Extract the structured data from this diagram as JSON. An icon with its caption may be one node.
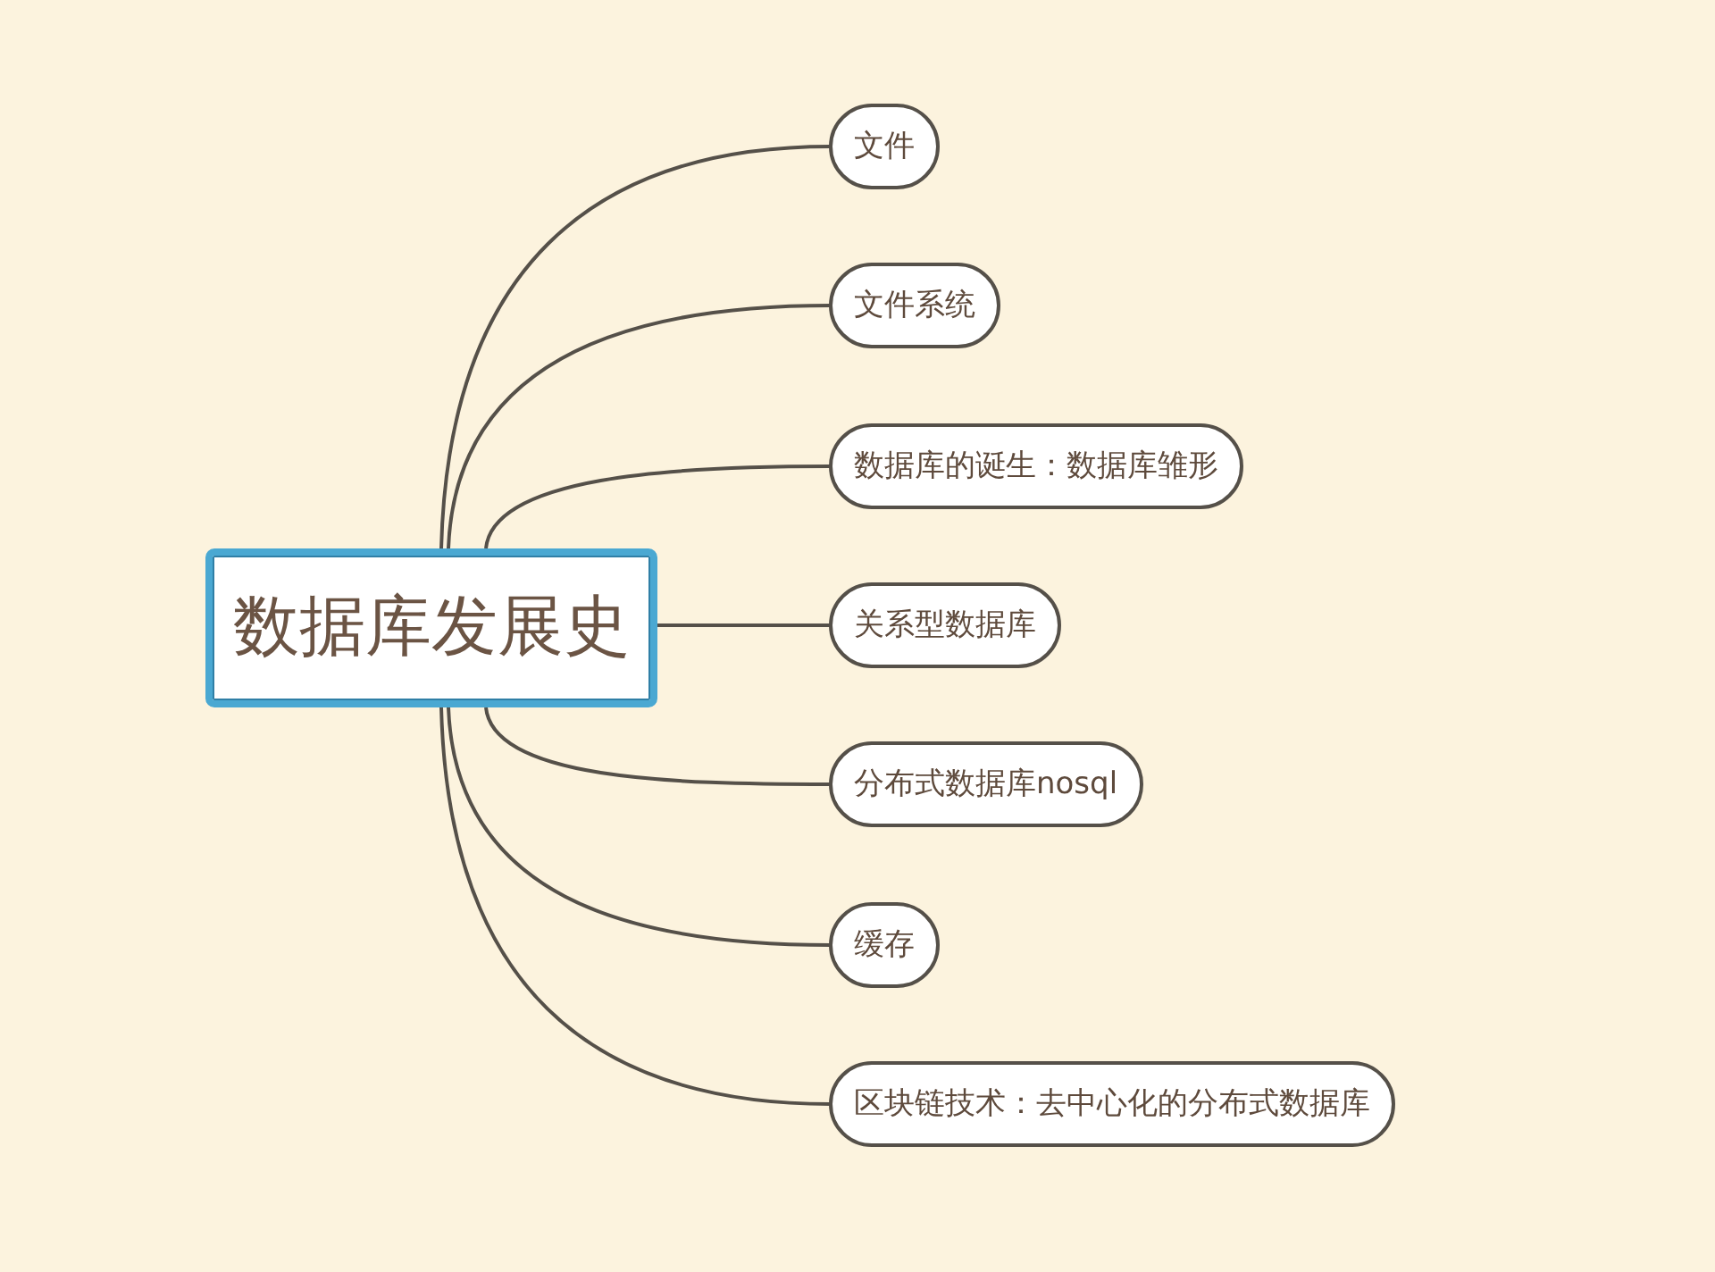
{
  "diagram": {
    "nodes": [
      {
        "text": [
          "数据库发展史"
        ]
      },
      {
        "text": [
          "文件"
        ]
      },
      {
        "text": [
          "文件系统"
        ]
      },
      {
        "text": [
          "数据库的诞生：数据库雏形"
        ]
      },
      {
        "text": [
          "关系型数据库"
        ]
      },
      {
        "text": [
          "分布式数据库nosql"
        ]
      },
      {
        "text": [
          "缓存"
        ]
      },
      {
        "text": [
          "区块链技术：去中心化的分布式数据库"
        ]
      }
    ],
    "edges": [
      {
        "from": 0,
        "to": 1,
        "arrow": "none"
      },
      {
        "from": 0,
        "to": 2,
        "arrow": "none"
      },
      {
        "from": 0,
        "to": 3,
        "arrow": "none"
      },
      {
        "from": 0,
        "to": 4,
        "arrow": "none"
      },
      {
        "from": 0,
        "to": 5,
        "arrow": "none"
      },
      {
        "from": 0,
        "to": 6,
        "arrow": "none"
      },
      {
        "from": 0,
        "to": 7,
        "arrow": "none"
      }
    ]
  }
}
